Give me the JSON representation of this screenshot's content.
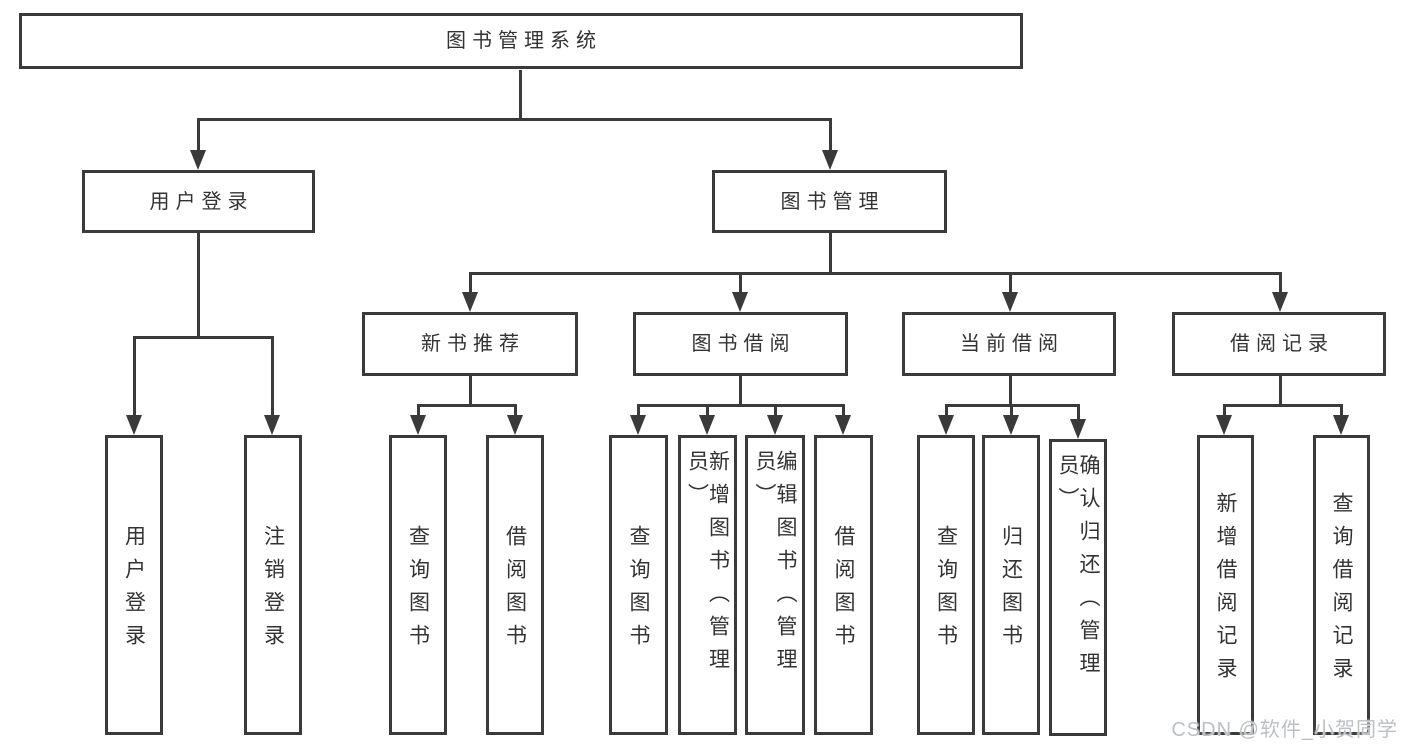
{
  "colors": {
    "line": "#3a3a3a",
    "box_fill": "#ffffff",
    "text": "#333333",
    "watermark": "#bcbfc3",
    "background": "#ffffff"
  },
  "watermark": {
    "text": "CSDN @软件_小贺同学"
  },
  "tree": {
    "root": {
      "label": "图书管理系统"
    },
    "children": [
      {
        "label": "用户登录",
        "children": [
          {
            "label": "用户登录"
          },
          {
            "label": "注销登录"
          }
        ]
      },
      {
        "label": "图书管理",
        "children": [
          {
            "label": "新书推荐",
            "children": [
              {
                "label": "查询图书"
              },
              {
                "label": "借阅图书"
              }
            ]
          },
          {
            "label": "图书借阅",
            "children": [
              {
                "label": "查询图书"
              },
              {
                "label": "新增图书（管理员）"
              },
              {
                "label": "编辑图书（管理员）"
              },
              {
                "label": "借阅图书"
              }
            ]
          },
          {
            "label": "当前借阅",
            "children": [
              {
                "label": "查询图书"
              },
              {
                "label": "归还图书"
              },
              {
                "label": "确认归还（管理员）"
              }
            ]
          },
          {
            "label": "借阅记录",
            "children": [
              {
                "label": "新增借阅记录"
              },
              {
                "label": "查询借阅记录"
              }
            ]
          }
        ]
      }
    ]
  }
}
